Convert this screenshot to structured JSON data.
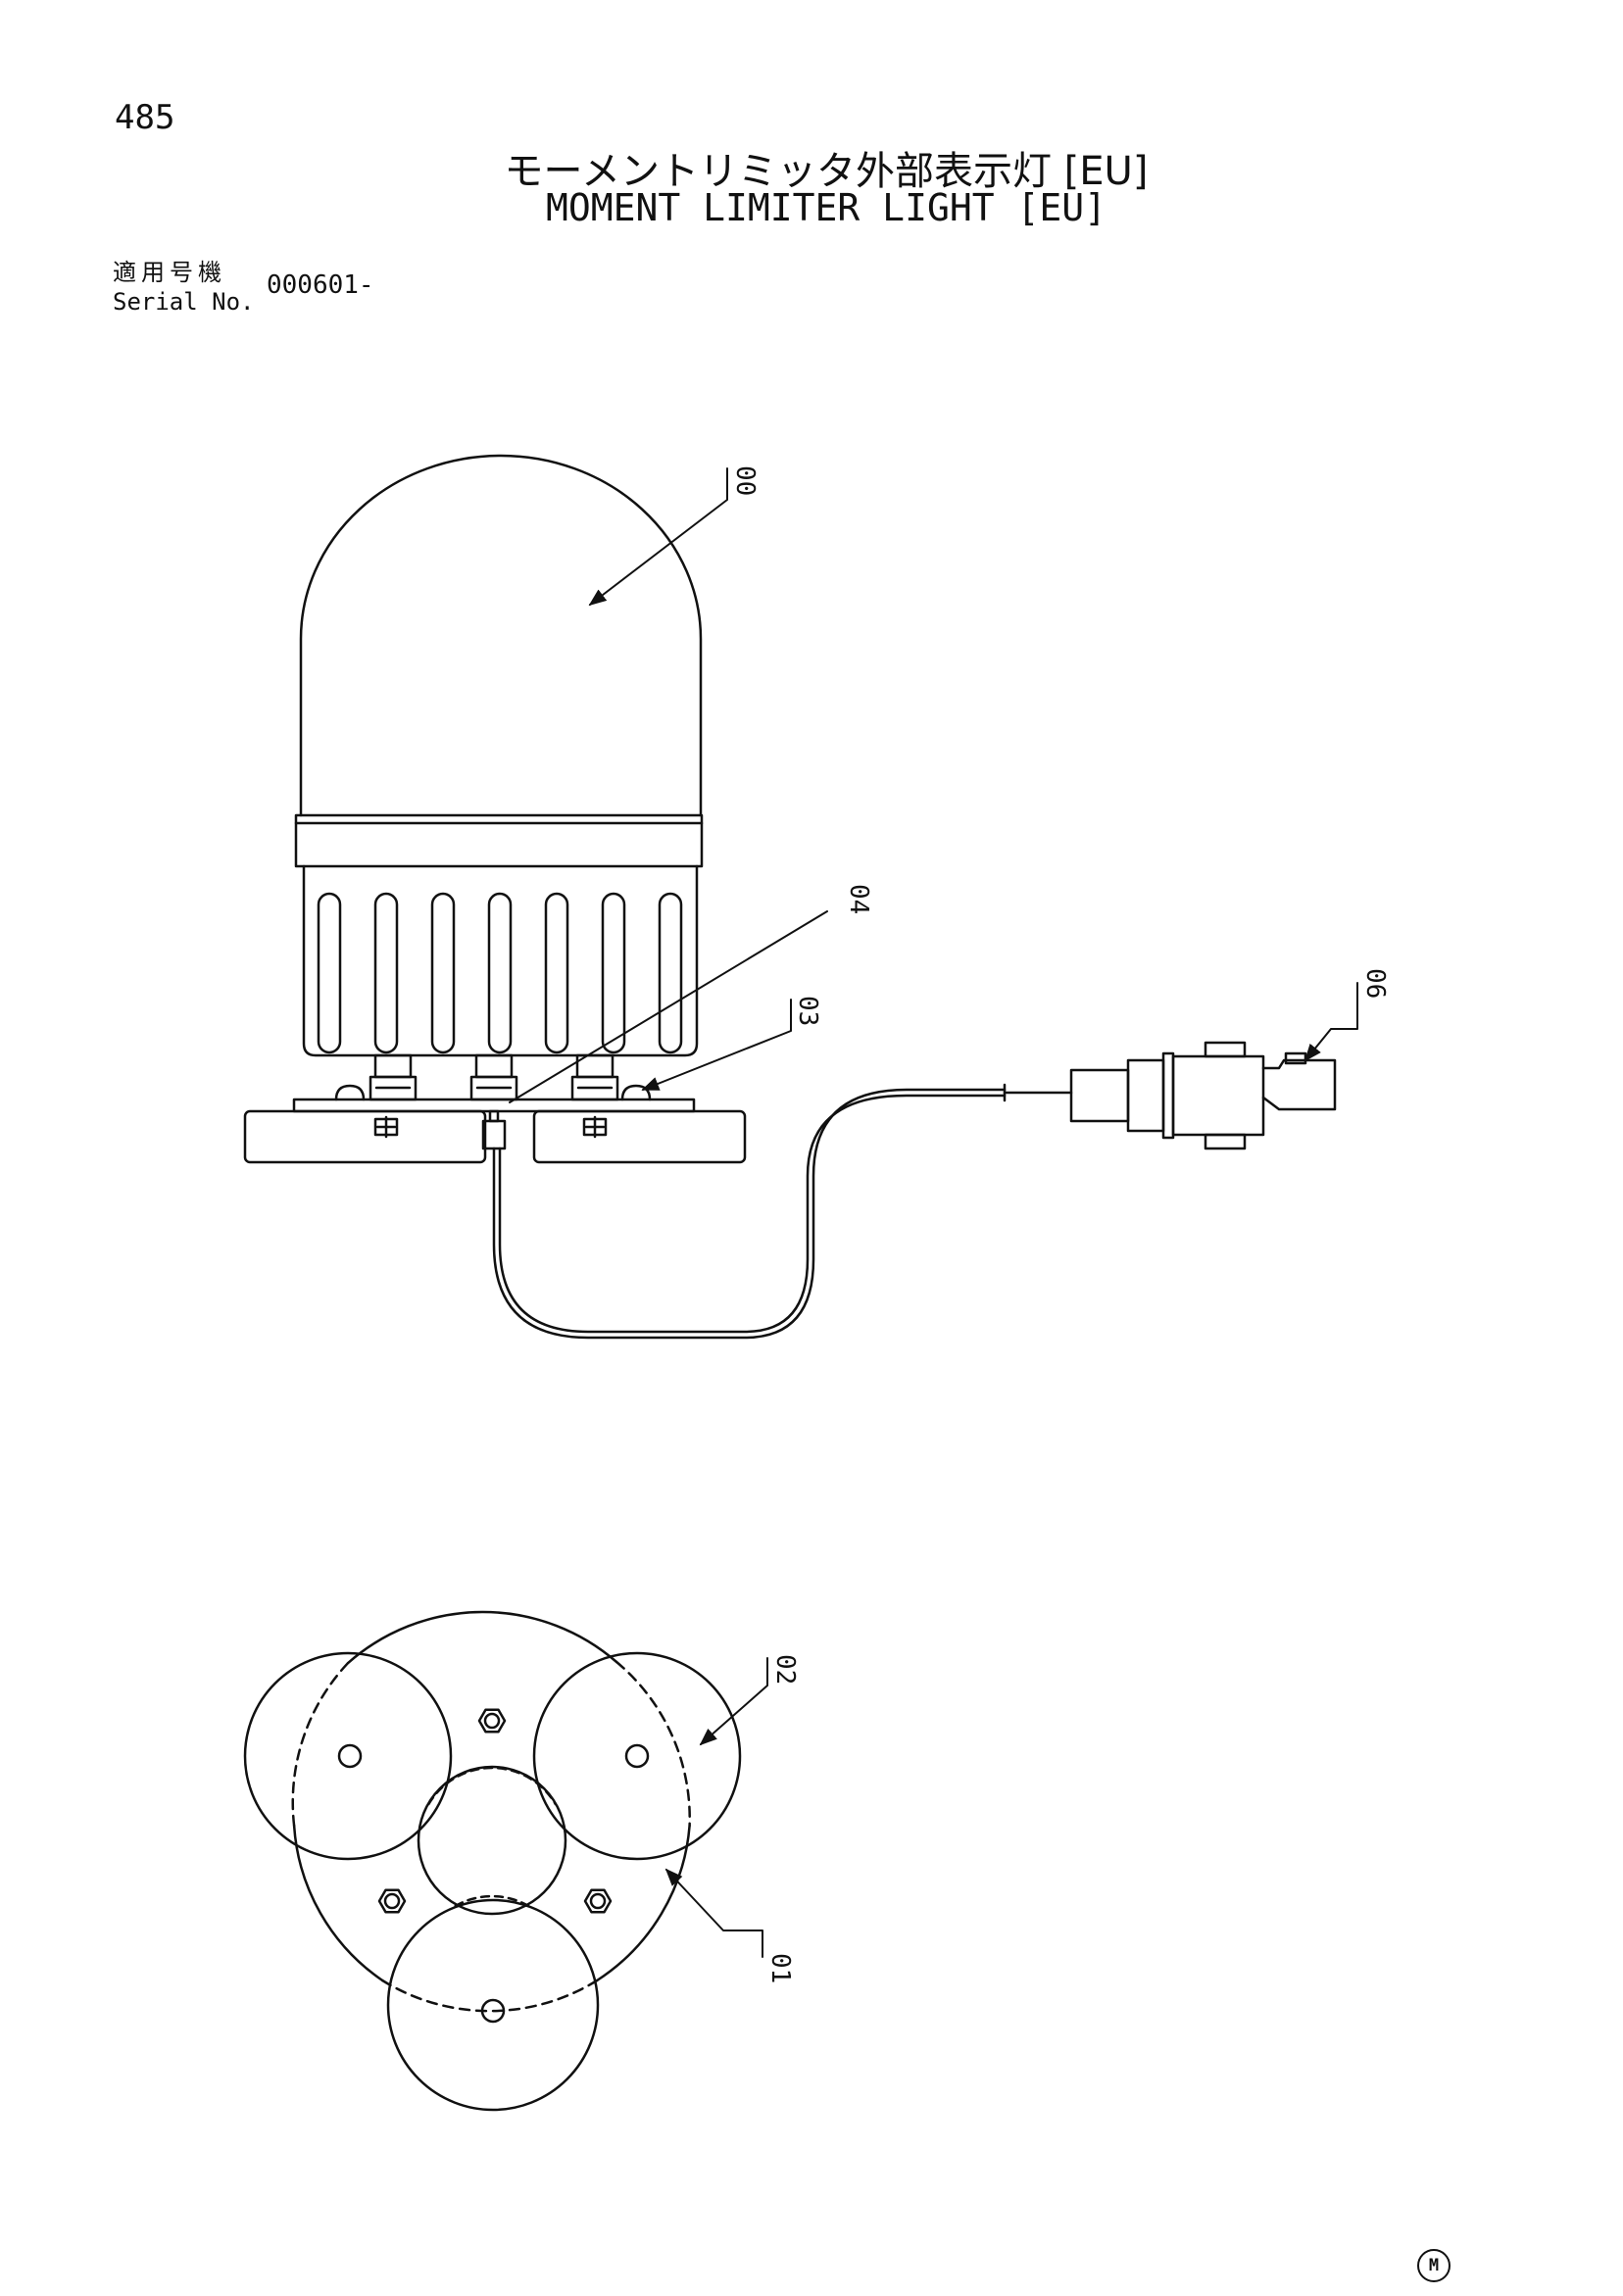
{
  "page": {
    "number": "485"
  },
  "title": {
    "japanese": "モーメントリミッタ外部表示灯 [EU]",
    "english": "MOMENT LIMITER LIGHT [EU]"
  },
  "serial": {
    "label_jp": "適用号機",
    "label_en": "Serial No.",
    "value": "000601-"
  },
  "callouts": {
    "dome": "00",
    "base_plate": "01",
    "magnet": "02",
    "screw": "03",
    "nut": "04",
    "connector": "06"
  },
  "maker_mark": "M",
  "colors": {
    "ink": "#111111",
    "paper": "#ffffff"
  }
}
